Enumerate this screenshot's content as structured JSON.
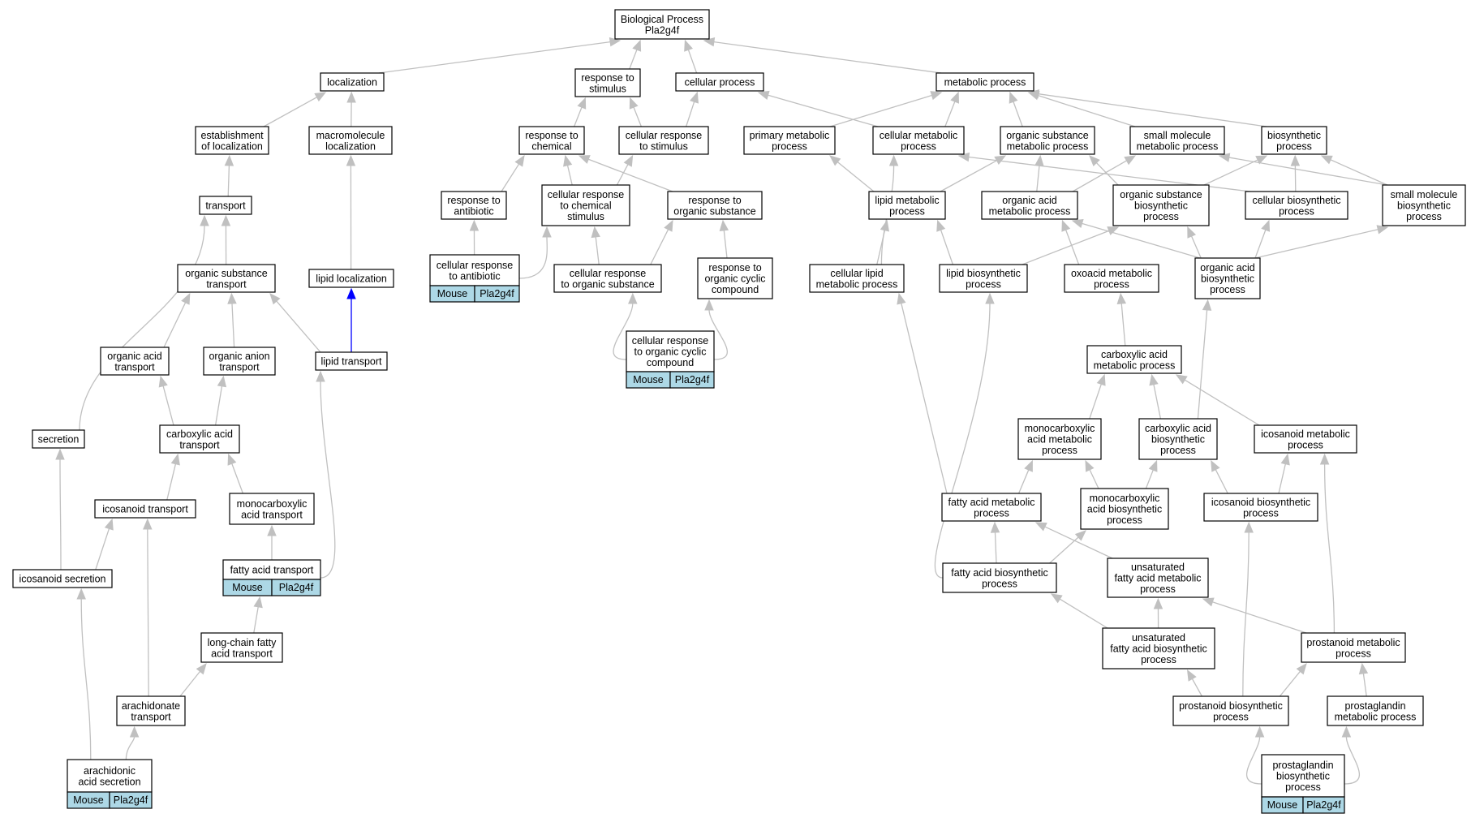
{
  "nodes": {
    "bp": {
      "lines": [
        "Biological Process",
        "Pla2g4f"
      ]
    },
    "localization": {
      "lines": [
        "localization"
      ]
    },
    "response_to_stimulus": {
      "lines": [
        "response to",
        "stimulus"
      ]
    },
    "cellular_process": {
      "lines": [
        "cellular process"
      ]
    },
    "metabolic_process": {
      "lines": [
        "metabolic process"
      ]
    },
    "establishment_of_localization": {
      "lines": [
        "establishment",
        "of localization"
      ]
    },
    "macromolecule_localization": {
      "lines": [
        "macromolecule",
        "localization"
      ]
    },
    "response_to_chemical": {
      "lines": [
        "response to",
        "chemical"
      ]
    },
    "cellular_response_to_stimulus": {
      "lines": [
        "cellular response",
        "to stimulus"
      ]
    },
    "primary_metabolic_process": {
      "lines": [
        "primary metabolic",
        "process"
      ]
    },
    "cellular_metabolic_process": {
      "lines": [
        "cellular metabolic",
        "process"
      ]
    },
    "organic_substance_metabolic_process": {
      "lines": [
        "organic substance",
        "metabolic process"
      ]
    },
    "small_molecule_metabolic_process": {
      "lines": [
        "small molecule",
        "metabolic process"
      ]
    },
    "biosynthetic_process": {
      "lines": [
        "biosynthetic",
        "process"
      ]
    },
    "transport": {
      "lines": [
        "transport"
      ]
    },
    "response_to_antibiotic": {
      "lines": [
        "response to",
        "antibiotic"
      ]
    },
    "cellular_response_to_chemical_stimulus": {
      "lines": [
        "cellular response",
        "to chemical",
        "stimulus"
      ]
    },
    "response_to_organic_substance": {
      "lines": [
        "response to",
        "organic substance"
      ]
    },
    "lipid_metabolic_process": {
      "lines": [
        "lipid metabolic",
        "process"
      ]
    },
    "organic_acid_metabolic_process": {
      "lines": [
        "organic acid",
        "metabolic process"
      ]
    },
    "organic_substance_biosynthetic_process": {
      "lines": [
        "organic substance",
        "biosynthetic",
        "process"
      ]
    },
    "cellular_biosynthetic_process": {
      "lines": [
        "cellular biosynthetic",
        "process"
      ]
    },
    "small_molecule_biosynthetic_process": {
      "lines": [
        "small molecule",
        "biosynthetic",
        "process"
      ]
    },
    "organic_substance_transport": {
      "lines": [
        "organic substance",
        "transport"
      ]
    },
    "lipid_localization": {
      "lines": [
        "lipid localization"
      ]
    },
    "cellular_response_to_antibiotic": {
      "lines": [
        "cellular response",
        "to antibiotic"
      ],
      "annotation": [
        "Mouse",
        "Pla2g4f"
      ]
    },
    "cellular_response_to_organic_substance": {
      "lines": [
        "cellular response",
        "to organic substance"
      ]
    },
    "response_to_organic_cyclic_compound": {
      "lines": [
        "response to",
        "organic cyclic",
        "compound"
      ]
    },
    "cellular_lipid_metabolic_process": {
      "lines": [
        "cellular lipid",
        "metabolic process"
      ]
    },
    "lipid_biosynthetic_process": {
      "lines": [
        "lipid biosynthetic",
        "process"
      ]
    },
    "oxoacid_metabolic_process": {
      "lines": [
        "oxoacid metabolic",
        "process"
      ]
    },
    "organic_acid_biosynthetic_process": {
      "lines": [
        "organic acid",
        "biosynthetic",
        "process"
      ]
    },
    "organic_acid_transport": {
      "lines": [
        "organic acid",
        "transport"
      ]
    },
    "organic_anion_transport": {
      "lines": [
        "organic anion",
        "transport"
      ]
    },
    "lipid_transport": {
      "lines": [
        "lipid transport"
      ]
    },
    "cellular_response_to_organic_cyclic_compound": {
      "lines": [
        "cellular response",
        "to organic cyclic",
        "compound"
      ],
      "annotation": [
        "Mouse",
        "Pla2g4f"
      ]
    },
    "carboxylic_acid_metabolic_process": {
      "lines": [
        "carboxylic acid",
        "metabolic process"
      ]
    },
    "secretion": {
      "lines": [
        "secretion"
      ]
    },
    "carboxylic_acid_transport": {
      "lines": [
        "carboxylic acid",
        "transport"
      ]
    },
    "monocarboxylic_acid_metabolic_process": {
      "lines": [
        "monocarboxylic",
        "acid metabolic",
        "process"
      ]
    },
    "carboxylic_acid_biosynthetic_process": {
      "lines": [
        "carboxylic acid",
        "biosynthetic",
        "process"
      ]
    },
    "icosanoid_metabolic_process": {
      "lines": [
        "icosanoid metabolic",
        "process"
      ]
    },
    "icosanoid_transport": {
      "lines": [
        "icosanoid transport"
      ]
    },
    "monocarboxylic_acid_transport": {
      "lines": [
        "monocarboxylic",
        "acid transport"
      ]
    },
    "fatty_acid_metabolic_process": {
      "lines": [
        "fatty acid metabolic",
        "process"
      ]
    },
    "monocarboxylic_acid_biosynthetic_process": {
      "lines": [
        "monocarboxylic",
        "acid biosynthetic",
        "process"
      ]
    },
    "icosanoid_biosynthetic_process": {
      "lines": [
        "icosanoid biosynthetic",
        "process"
      ]
    },
    "icosanoid_secretion": {
      "lines": [
        "icosanoid secretion"
      ]
    },
    "fatty_acid_transport": {
      "lines": [
        "fatty acid transport"
      ],
      "annotation": [
        "Mouse",
        "Pla2g4f"
      ]
    },
    "fatty_acid_biosynthetic_process": {
      "lines": [
        "fatty acid biosynthetic",
        "process"
      ]
    },
    "unsaturated_fatty_acid_metabolic_process": {
      "lines": [
        "unsaturated",
        "fatty acid metabolic",
        "process"
      ]
    },
    "long_chain_fatty_acid_transport": {
      "lines": [
        "long-chain fatty",
        "acid transport"
      ]
    },
    "unsaturated_fatty_acid_biosynthetic_process": {
      "lines": [
        "unsaturated",
        "fatty acid biosynthetic",
        "process"
      ]
    },
    "prostanoid_metabolic_process": {
      "lines": [
        "prostanoid metabolic",
        "process"
      ]
    },
    "arachidonate_transport": {
      "lines": [
        "arachidonate",
        "transport"
      ]
    },
    "prostanoid_biosynthetic_process": {
      "lines": [
        "prostanoid biosynthetic",
        "process"
      ]
    },
    "prostaglandin_metabolic_process": {
      "lines": [
        "prostaglandin",
        "metabolic process"
      ]
    },
    "arachidonic_acid_secretion": {
      "lines": [
        "arachidonic",
        "acid secretion"
      ],
      "annotation": [
        "Mouse",
        "Pla2g4f"
      ]
    },
    "prostaglandin_biosynthetic_process": {
      "lines": [
        "prostaglandin",
        "biosynthetic",
        "process"
      ],
      "annotation": [
        "Mouse",
        "Pla2g4f"
      ]
    }
  },
  "colors": {
    "edge": "#c0c0c0",
    "regulates_edge": "#0000ff",
    "annotation_fill": "#add8e6",
    "node_border": "#000000"
  }
}
